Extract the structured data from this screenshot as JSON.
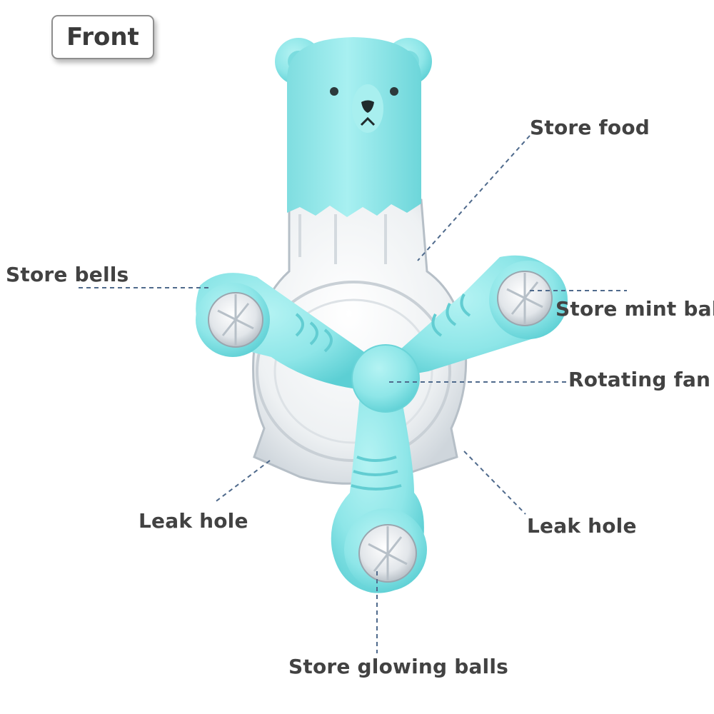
{
  "badge": {
    "text": "Front"
  },
  "labels": {
    "store_food": "Store food",
    "store_bells": "Store bells",
    "store_mint_ball": "Store mint ball",
    "rotating_fan": "Rotating fan",
    "leak_hole_left": "Leak hole",
    "leak_hole_right": "Leak hole",
    "store_glowing_balls": "Store glowing balls"
  },
  "colors": {
    "toy_teal": "#8ee6e8",
    "toy_teal_dark": "#5ccfd4",
    "clear_plastic": "#e7ebee",
    "leader_line": "#4f6a8c",
    "label_text": "#424242"
  }
}
